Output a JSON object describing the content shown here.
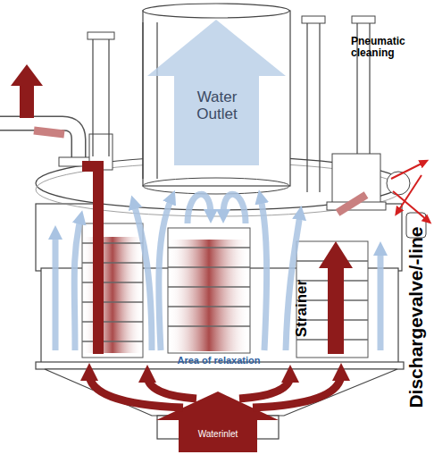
{
  "diagram": {
    "labels": [
      "Pneumatic cleaning",
      "Water Outlet",
      "Strainer",
      "Dischargevalve/-line",
      "Area of relaxation",
      "Waterinlet"
    ]
  }
}
